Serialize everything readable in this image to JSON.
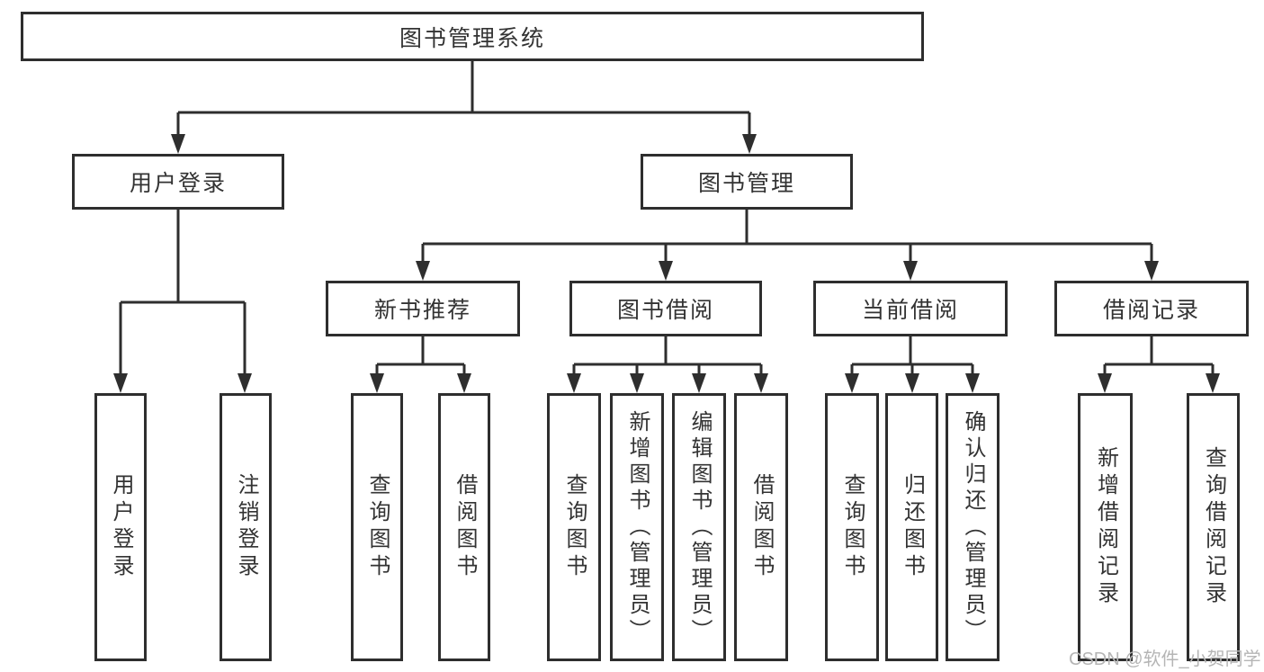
{
  "diagram": {
    "type": "hierarchy-tree",
    "colors": {
      "line": "#2e2e2e",
      "box_border": "#2e2e2e",
      "text": "#333333",
      "background": "#ffffff",
      "watermark": "#b5b5b5"
    },
    "nodes": {
      "root": {
        "label": "图书管理系统"
      },
      "user_login": {
        "label": "用户登录"
      },
      "book_management": {
        "label": "图书管理"
      },
      "new_book_recommend": {
        "label": "新书推荐"
      },
      "book_borrow": {
        "label": "图书借阅"
      },
      "current_borrow": {
        "label": "当前借阅"
      },
      "borrow_record": {
        "label": "借阅记录"
      },
      "leaf_user_login": {
        "label": "用户登录"
      },
      "leaf_logout": {
        "label": "注销登录"
      },
      "leaf_query_book_1": {
        "label": "查询图书"
      },
      "leaf_borrow_book_1": {
        "label": "借阅图书"
      },
      "leaf_query_book_2": {
        "label": "查询图书"
      },
      "leaf_add_book_admin": {
        "label": "新增图书（管理员）"
      },
      "leaf_edit_book_admin": {
        "label": "编辑图书（管理员）"
      },
      "leaf_borrow_book_2": {
        "label": "借阅图书"
      },
      "leaf_query_book_3": {
        "label": "查询图书"
      },
      "leaf_return_book": {
        "label": "归还图书"
      },
      "leaf_confirm_return_admin": {
        "label": "确认归还（管理员）"
      },
      "leaf_add_borrow_record": {
        "label": "新增借阅记录"
      },
      "leaf_query_borrow_record": {
        "label": "查询借阅记录"
      }
    },
    "hierarchy": {
      "root": [
        "user_login",
        "book_management"
      ],
      "user_login": [
        "leaf_user_login",
        "leaf_logout"
      ],
      "book_management": [
        "new_book_recommend",
        "book_borrow",
        "current_borrow",
        "borrow_record"
      ],
      "new_book_recommend": [
        "leaf_query_book_1",
        "leaf_borrow_book_1"
      ],
      "book_borrow": [
        "leaf_query_book_2",
        "leaf_add_book_admin",
        "leaf_edit_book_admin",
        "leaf_borrow_book_2"
      ],
      "current_borrow": [
        "leaf_query_book_3",
        "leaf_return_book",
        "leaf_confirm_return_admin"
      ],
      "borrow_record": [
        "leaf_add_borrow_record",
        "leaf_query_borrow_record"
      ]
    },
    "watermark": {
      "text": "CSDN @软件_小贺同学"
    }
  }
}
